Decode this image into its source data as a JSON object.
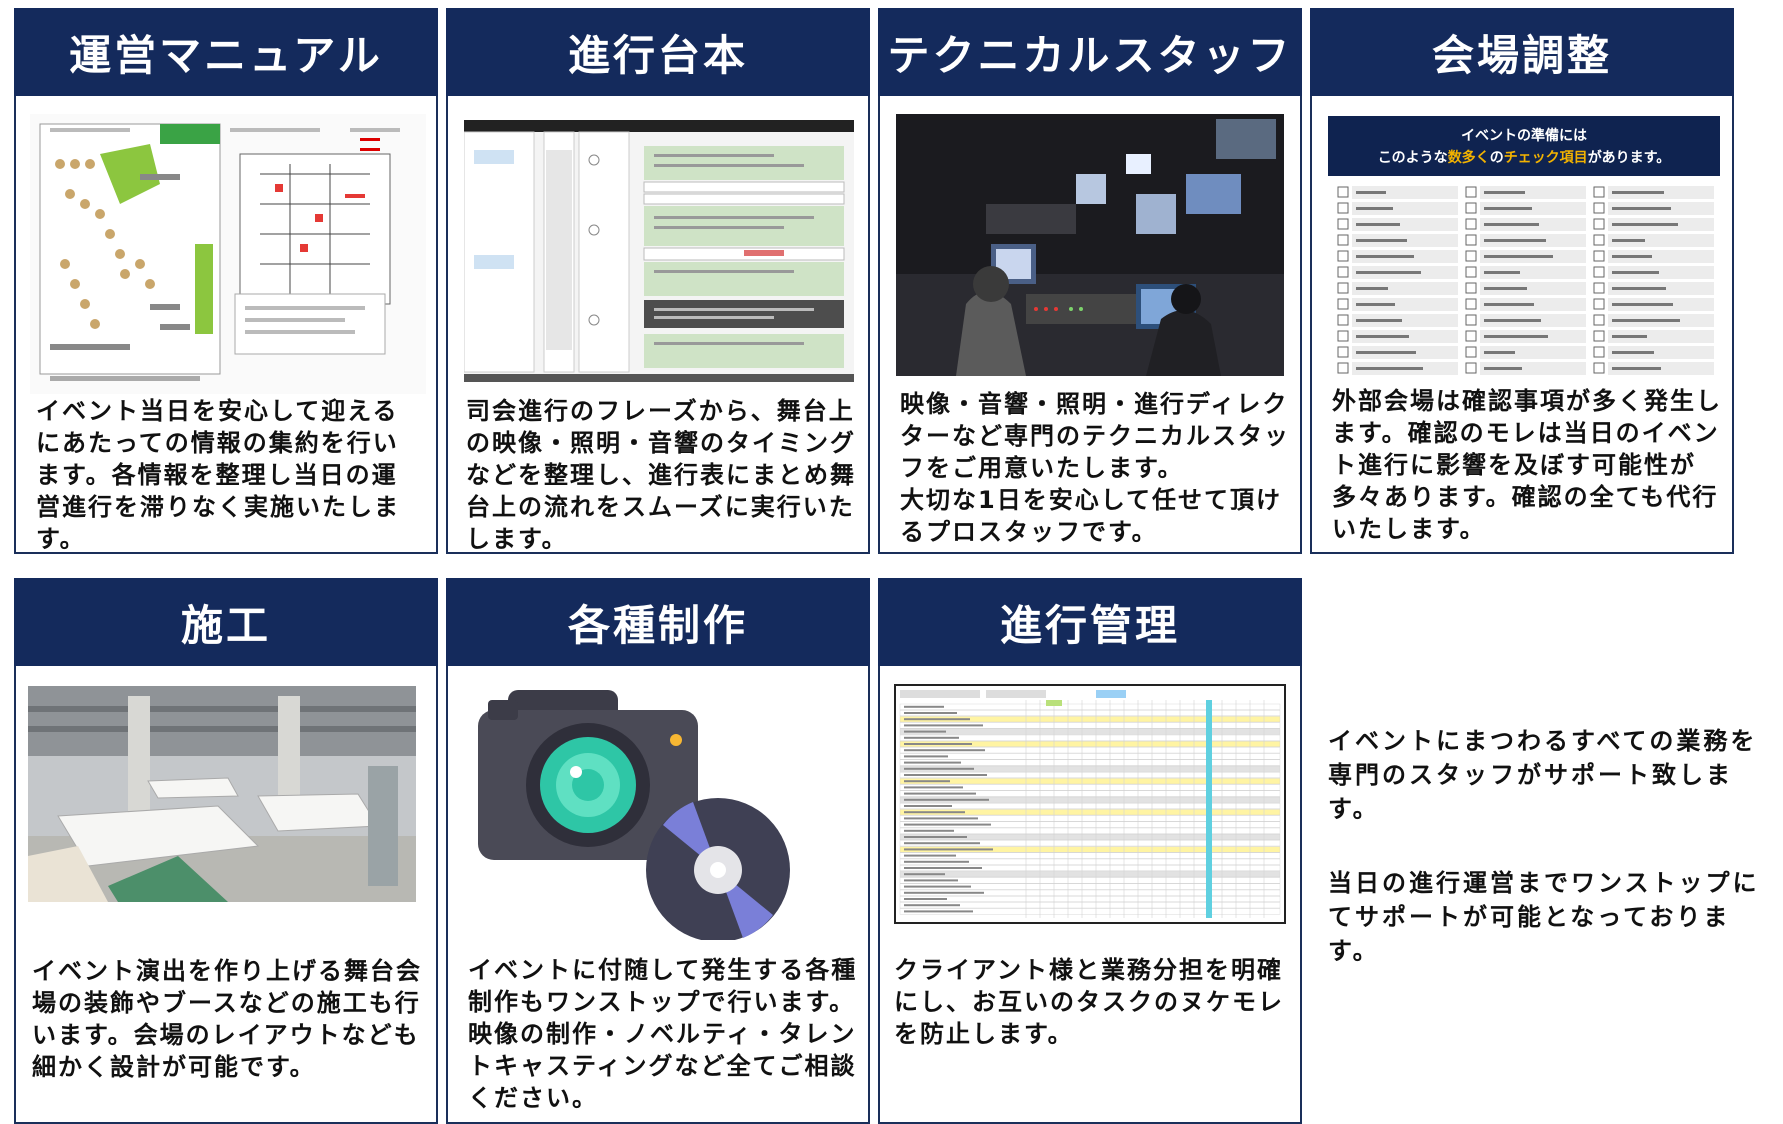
{
  "cards": [
    {
      "title": "運営マニュアル",
      "text": "イベント当日を安心して迎えるにあたっての情報の集約を行います。各情報を整理し当日の運営進行を滞りなく実施いたします。"
    },
    {
      "title": "進行台本",
      "text": "司会進行のフレーズから、舞台上の映像・照明・音響のタイミングなどを整理し、進行表にまとめ舞台上の流れをスムーズに実行いたします。"
    },
    {
      "title": "テクニカルスタッフ",
      "text": "映像・音響・照明・進行ディレクターなど専門のテクニカルスタッフをご用意いたします。\n大切な1日を安心して任せて頂けるプロスタッフです。"
    },
    {
      "title": "会場調整",
      "text": "外部会場は確認事項が多く発生します。確認のモレは当日のイベント進行に影響を及ぼす可能性が多々あります。確認の全ても代行いたします。"
    },
    {
      "title": "施工",
      "text": "イベント演出を作り上げる舞台会場の装飾やブースなどの施工も行います。会場のレイアウトなども細かく設計が可能です。"
    },
    {
      "title": "各種制作",
      "text": "イベントに付随して発生する各種制作もワンストップで行います。映像の制作・ノベルティ・タレントキャスティングなど全てご相談ください。"
    },
    {
      "title": "進行管理",
      "text": "クライアント様と業務分担を明確にし、お互いのタスクのヌケモレを防止します。"
    }
  ],
  "checklist": {
    "line1": "イベントの準備には",
    "line2_pre": "このような",
    "line2_hl1": "数多く",
    "line2_mid": "の",
    "line2_hl2": "チェック項目",
    "line2_post": "があります。",
    "accent_color": "#f2b200"
  },
  "side": {
    "para1": "イベントにまつわるすべての業務を専門のスタッフがサポート致します。",
    "para2": "当日の進行運営までワンストップにてサポートが可能となっております。"
  },
  "colors": {
    "header_bg": "#142a5c",
    "border": "#1a2f5a"
  }
}
